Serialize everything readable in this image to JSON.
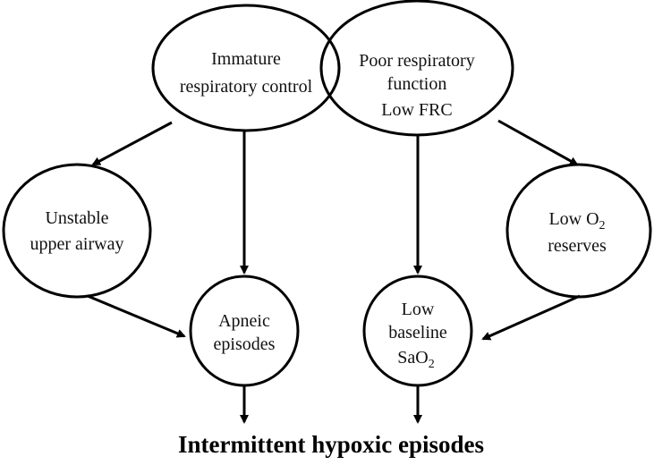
{
  "diagram": {
    "nodes": {
      "immature_control": {
        "lines": [
          "Immature",
          "respiratory control"
        ]
      },
      "poor_function": {
        "lines": [
          "Poor respiratory",
          "function",
          "Low FRC"
        ]
      },
      "unstable_airway": {
        "lines": [
          "Unstable",
          "upper airway"
        ]
      },
      "low_o2_reserves": {
        "line1_main": "Low O",
        "line1_sub": "2",
        "line2": "reserves"
      },
      "apneic_episodes": {
        "lines": [
          "Apneic",
          "episodes"
        ]
      },
      "low_baseline_sao2": {
        "line1": "Low",
        "line2": "baseline",
        "line3_main": "SaO",
        "line3_sub": "2"
      }
    },
    "edges": [
      {
        "from": "immature_control",
        "to": "unstable_airway"
      },
      {
        "from": "immature_control",
        "to": "apneic_episodes"
      },
      {
        "from": "poor_function",
        "to": "low_baseline_sao2"
      },
      {
        "from": "poor_function",
        "to": "low_o2_reserves"
      },
      {
        "from": "unstable_airway",
        "to": "apneic_episodes"
      },
      {
        "from": "low_o2_reserves",
        "to": "low_baseline_sao2"
      },
      {
        "from": "apneic_episodes",
        "to": "outcome"
      },
      {
        "from": "low_baseline_sao2",
        "to": "outcome"
      }
    ],
    "outcome": "Intermittent hypoxic episodes"
  }
}
